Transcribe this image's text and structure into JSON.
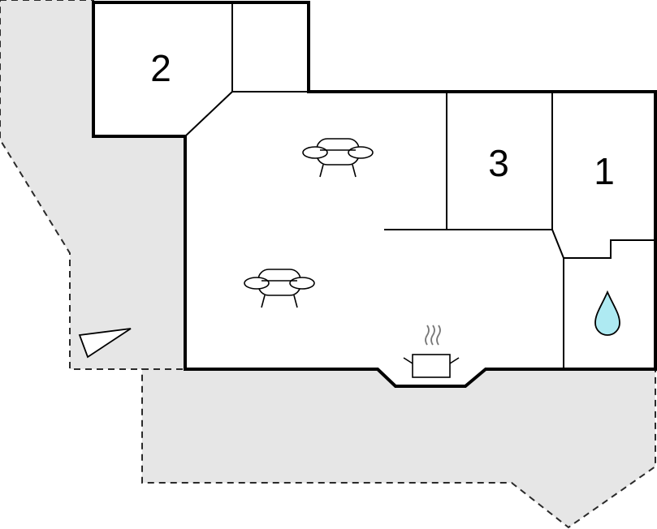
{
  "rooms": [
    {
      "id": "1",
      "label": "1"
    },
    {
      "id": "2",
      "label": "2"
    },
    {
      "id": "3",
      "label": "3"
    }
  ],
  "icons": {
    "sofa": "sofa-icon",
    "stove": "cooking-pot-icon",
    "bath": "water-drop-icon",
    "north": "direction-arrow-icon"
  },
  "colors": {
    "terrace": "#e6e6e6",
    "walls": "#000000",
    "water": "#aeeaf2"
  }
}
